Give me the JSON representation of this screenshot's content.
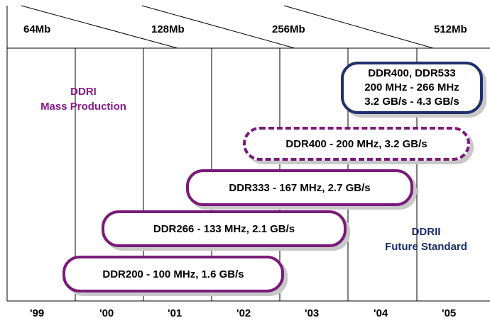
{
  "density_row": {
    "labels": [
      "64Mb",
      "128Mb",
      "256Mb",
      "512Mb"
    ]
  },
  "years": [
    "'99",
    "'00",
    "'01",
    "'02",
    "'03",
    "'04",
    "'05"
  ],
  "ddr1_label": {
    "line1": "DDRI",
    "line2": "Mass Production"
  },
  "ddr2_label": {
    "line1": "DDRII",
    "line2": "Future Standard"
  },
  "bars": [
    {
      "text": "DDR200 - 100 MHz, 1.6 GB/s"
    },
    {
      "text": "DDR266 - 133 MHz, 2.1 GB/s"
    },
    {
      "text": "DDR333 - 167 MHz, 2.7 GB/s"
    },
    {
      "text": "DDR400 - 200 MHz, 3.2 GB/s"
    }
  ],
  "ddr2_box": {
    "line1": "DDR400, DDR533",
    "line2": "200 MHz - 266 MHz",
    "line3": "3.2 GB/s - 4.3 GB/s"
  },
  "colors": {
    "ddr1_purple": "#8a1a8a",
    "ddr2_navy": "#1a2d6e",
    "shadow": "#c8c8c8"
  }
}
